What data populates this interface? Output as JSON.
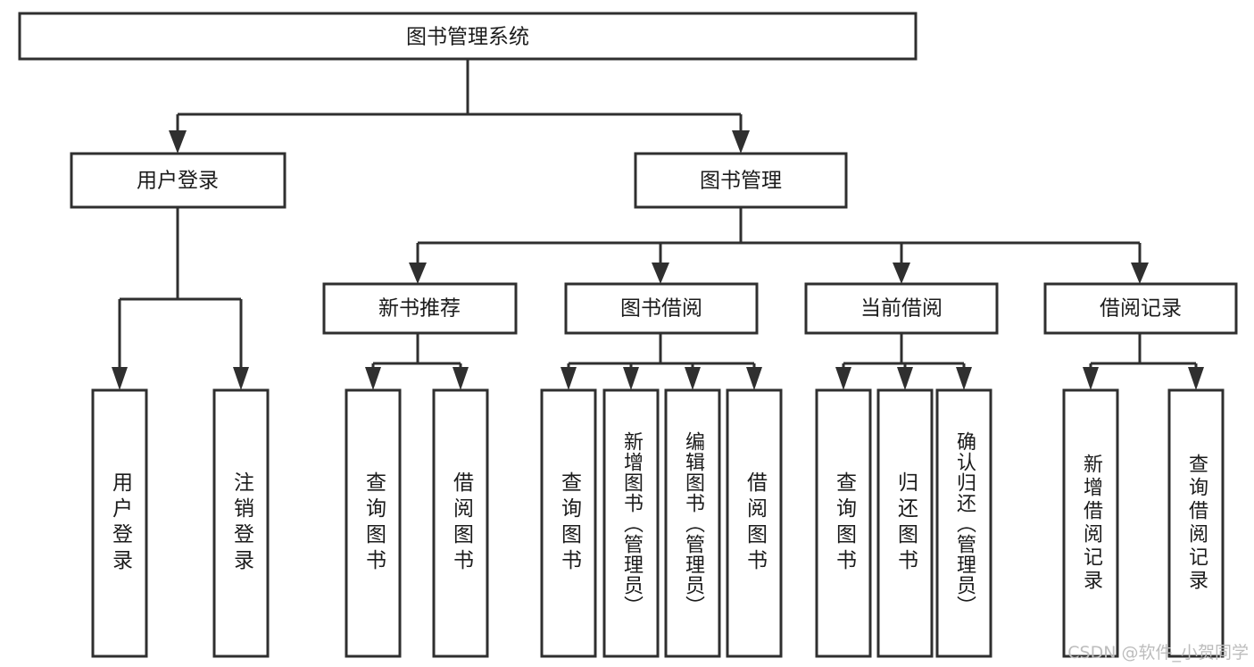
{
  "diagram": {
    "type": "tree-hierarchy",
    "title": "图书管理系统",
    "root": {
      "id": "root",
      "label": "图书管理系统"
    },
    "level1": [
      {
        "id": "user-login",
        "label": "用户登录"
      },
      {
        "id": "book-manage",
        "label": "图书管理"
      }
    ],
    "level2": [
      {
        "id": "new-book-rec",
        "label": "新书推荐",
        "parent": "book-manage"
      },
      {
        "id": "book-borrow",
        "label": "图书借阅",
        "parent": "book-manage"
      },
      {
        "id": "current-borrow",
        "label": "当前借阅",
        "parent": "book-manage"
      },
      {
        "id": "borrow-record",
        "label": "借阅记录",
        "parent": "book-manage"
      }
    ],
    "leaves": [
      {
        "id": "leaf-user-login",
        "label": "用户登录",
        "parent": "user-login"
      },
      {
        "id": "leaf-user-logout",
        "label": "注销登录",
        "parent": "user-login"
      },
      {
        "id": "leaf-query-book-1",
        "label": "查询图书",
        "parent": "new-book-rec"
      },
      {
        "id": "leaf-borrow-book-1",
        "label": "借阅图书",
        "parent": "new-book-rec"
      },
      {
        "id": "leaf-query-book-2",
        "label": "查询图书",
        "parent": "book-borrow"
      },
      {
        "id": "leaf-add-book",
        "label": "新增图书（管理员）",
        "parent": "book-borrow"
      },
      {
        "id": "leaf-edit-book",
        "label": "编辑图书（管理员）",
        "parent": "book-borrow"
      },
      {
        "id": "leaf-borrow-book-2",
        "label": "借阅图书",
        "parent": "book-borrow"
      },
      {
        "id": "leaf-query-book-3",
        "label": "查询图书",
        "parent": "current-borrow"
      },
      {
        "id": "leaf-return-book",
        "label": "归还图书",
        "parent": "current-borrow"
      },
      {
        "id": "leaf-confirm-return",
        "label": "确认归还（管理员）",
        "parent": "current-borrow"
      },
      {
        "id": "leaf-add-record",
        "label": "新增借阅记录",
        "parent": "borrow-record"
      },
      {
        "id": "leaf-query-record",
        "label": "查询借阅记录",
        "parent": "borrow-record"
      }
    ],
    "colors": {
      "stroke": "#2f2f2f",
      "fill": "#ffffff",
      "text": "#1b1b1b",
      "watermark": "#bdbdbd",
      "background": "#ffffff"
    }
  },
  "watermark": {
    "text": "CSDN @软件_小贺同学"
  }
}
